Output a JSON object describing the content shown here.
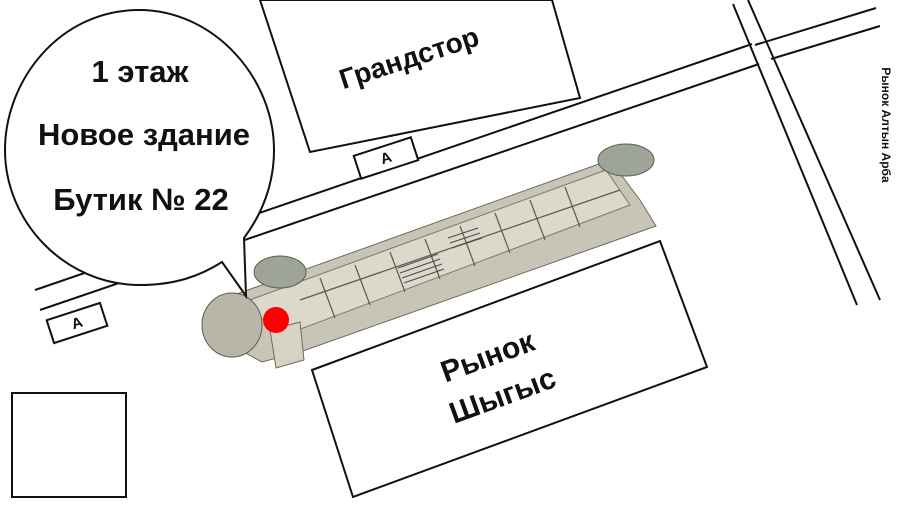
{
  "callout": {
    "floor": "1 этаж",
    "building": "Новое здание",
    "boutique": "Бутик № 22"
  },
  "blocks": {
    "top": "Грандстор",
    "bottom_line1": "Рынок",
    "bottom_line2": "Шыгыс"
  },
  "road_sign": "A",
  "side_label": "Рынок Алтын Арба",
  "marker_color": "#ff0000",
  "line_color": "#111111"
}
